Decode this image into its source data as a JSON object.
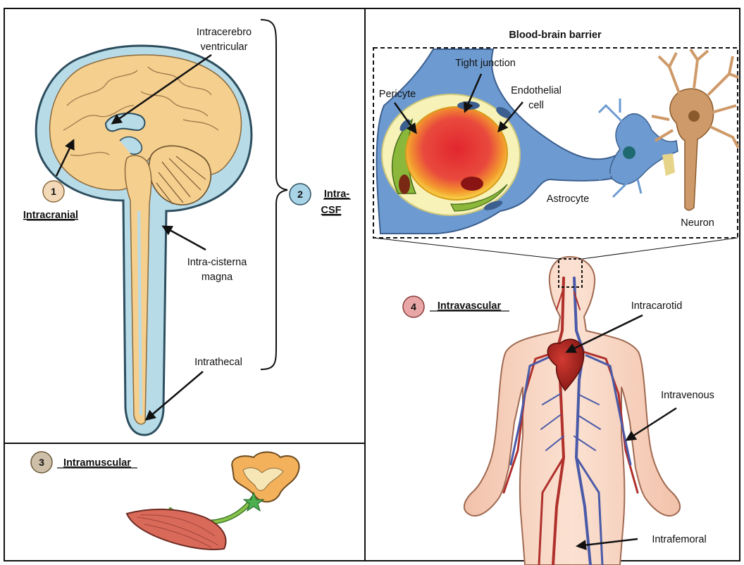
{
  "panels": {
    "intracranial": {
      "number": "1",
      "title": "Intracranial",
      "label_ventricular_1": "Intracerebro",
      "label_ventricular_2": "ventricular",
      "label_cisterna_1": "Intra-cisterna",
      "label_cisterna_2": "magna",
      "label_thecal": "Intrathecal"
    },
    "intra_csf": {
      "number": "2",
      "title_1": "Intra-",
      "title_2": "CSF"
    },
    "intramuscular": {
      "number": "3",
      "title": "Intramuscular"
    },
    "intravascular": {
      "number": "4",
      "title": "Intravascular",
      "label_carotid": "Intracarotid",
      "label_venous": "Intravenous",
      "label_femoral": "Intrafemoral"
    },
    "bbb": {
      "title": "Blood-brain barrier",
      "tight_junction": "Tight junction",
      "pericyte": "Pericyte",
      "endothelial_1": "Endothelial",
      "endothelial_2": "cell",
      "astrocyte": "Astrocyte",
      "neuron": "Neuron"
    }
  },
  "colors": {
    "badge_1": "#f3d9b8",
    "badge_2": "#a9d3e6",
    "badge_3": "#cdbfa8",
    "badge_4": "#e9a6a6",
    "brain": "#f5cf8e",
    "csf": "#b8dbe8",
    "skin": "#f8d3bf",
    "artery": "#b0302b",
    "vein": "#4a5aa8"
  }
}
